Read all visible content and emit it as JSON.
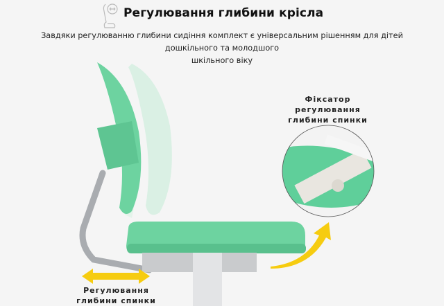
{
  "header": {
    "icon": "seat-depth-icon",
    "title": "Регулювання глибини крісла"
  },
  "description": [
    "Завдяки регулюванню глибини сидіння комплект є універсальним рішенням для дітей дошкільного та молодшого",
    "шкільного віку"
  ],
  "callouts": {
    "lock": [
      "Фіксатор",
      "регулювання",
      "глибини спинки"
    ],
    "back_depth": [
      "Регулювання",
      "глибини спинки"
    ]
  },
  "colors": {
    "chair_green": "#6dd3a0",
    "arrow_yellow": "#f6cc10",
    "background": "#f5f5f5"
  }
}
